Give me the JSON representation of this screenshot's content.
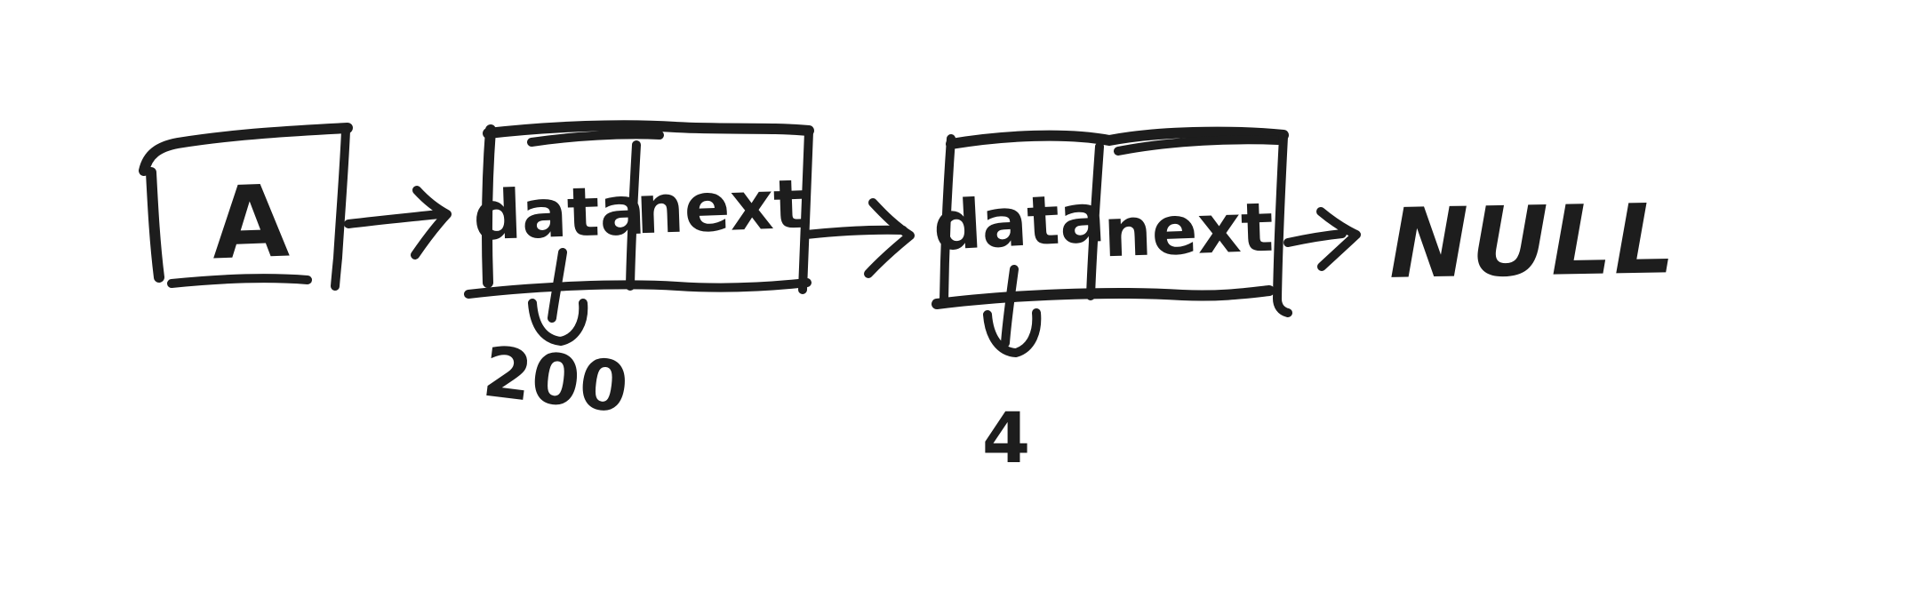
{
  "colors": {
    "ink": "#1d1d1d",
    "background": "#ffffff"
  },
  "diagram": {
    "type": "linked-list-sketch",
    "head": {
      "label": "A"
    },
    "nodes": [
      {
        "data_label": "data",
        "next_label": "next",
        "data_value": "200"
      },
      {
        "data_label": "data",
        "next_label": "next",
        "data_value": "4"
      }
    ],
    "terminator_label": "NULL"
  }
}
